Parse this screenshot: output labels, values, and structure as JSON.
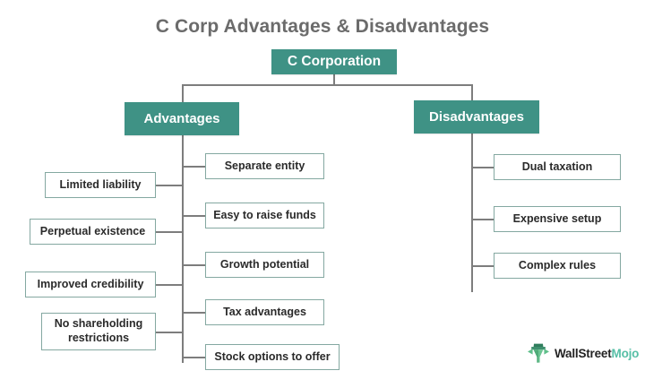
{
  "title": "C Corp Advantages & Disadvantages",
  "colors": {
    "node_fill": "#3f9285",
    "node_text": "#ffffff",
    "leaf_border": "#84a8a1",
    "leaf_text": "#2a2a2a",
    "connector": "#7d7d7d",
    "title_text": "#6b6b6b",
    "background": "#ffffff",
    "logo_green": "#56bfa6",
    "logo_dark": "#232323"
  },
  "chart_data": {
    "type": "diagram",
    "title": "C Corp Advantages & Disadvantages",
    "root": "C Corporation",
    "branches": [
      {
        "label": "Advantages",
        "items": [
          "Separate entity",
          "Easy to raise funds",
          "Growth potential",
          "Tax advantages",
          "Stock options to offer",
          "Limited liability",
          "Perpetual existence",
          "Improved credibility",
          "No shareholding restrictions"
        ]
      },
      {
        "label": "Disadvantages",
        "items": [
          "Dual taxation",
          "Expensive setup",
          "Complex rules"
        ]
      }
    ]
  },
  "nodes": {
    "root": "C Corporation",
    "advantages": "Advantages",
    "disadvantages": "Disadvantages"
  },
  "advantages_right": [
    "Separate entity",
    "Easy to raise funds",
    "Growth potential",
    "Tax advantages",
    "Stock options to offer"
  ],
  "advantages_left": [
    "Limited liability",
    "Perpetual existence",
    "Improved credibility",
    "No shareholding\nrestrictions"
  ],
  "disadvantages_items": [
    "Dual taxation",
    "Expensive setup",
    "Complex rules"
  ],
  "logo": {
    "icon": "wallstreetmojo-mark",
    "text_primary": "WallStreet",
    "text_accent": "Mojo"
  }
}
